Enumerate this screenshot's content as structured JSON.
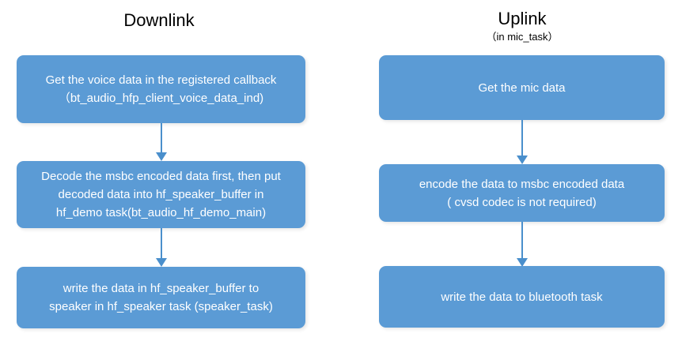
{
  "diagram": {
    "background_color": "#ffffff",
    "box_color": "#5B9BD5",
    "arrow_color": "#4A8FCC",
    "box_text_color": "#ffffff",
    "title_text_color": "#000000",
    "columns": [
      {
        "key": "downlink",
        "title": "Downlink",
        "subtitle": "",
        "steps": [
          {
            "label": "Get the voice data in the registered callback\n（bt_audio_hfp_client_voice_data_ind)"
          },
          {
            "label": "Decode the msbc encoded data first, then put\ndecoded data into hf_speaker_buffer in\nhf_demo task(bt_audio_hf_demo_main)"
          },
          {
            "label": "write the data in hf_speaker_buffer to\nspeaker in hf_speaker task (speaker_task)"
          }
        ]
      },
      {
        "key": "uplink",
        "title": "Uplink",
        "subtitle": "（in mic_task）",
        "steps": [
          {
            "label": "Get the mic data"
          },
          {
            "label": "encode the data to msbc encoded data\n( cvsd codec is not required)"
          },
          {
            "label": "write the data to bluetooth  task"
          }
        ]
      }
    ]
  }
}
